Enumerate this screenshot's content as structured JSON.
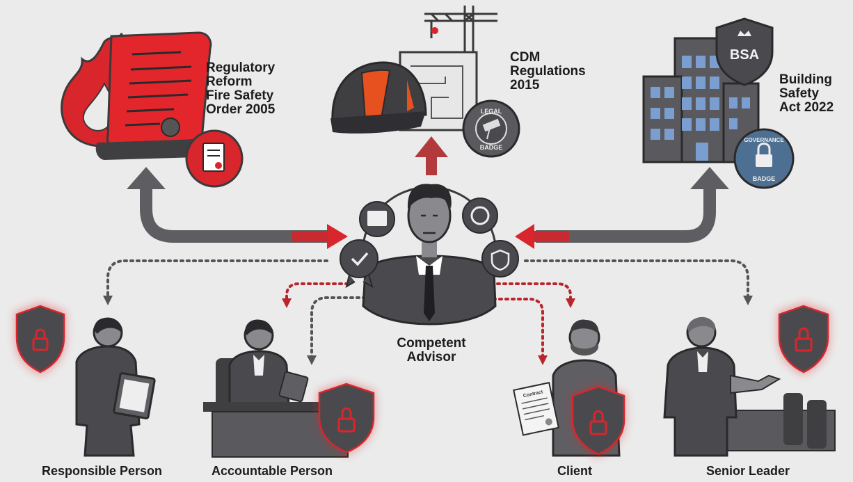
{
  "regulations": {
    "fire_safety": {
      "lines": [
        "Regulatory",
        "Reform",
        "Fire Safety",
        "Order 2005"
      ]
    },
    "cdm": {
      "lines": [
        "CDM",
        "Regulations",
        "2015"
      ],
      "badge_text": [
        "LEGAL",
        "BADGE"
      ]
    },
    "bsa": {
      "lines": [
        "Building",
        "Safety",
        "Act 2022"
      ],
      "shield_text": "BSA",
      "badge_text": [
        "GOVERNANCE",
        "BADGE"
      ]
    }
  },
  "center": {
    "label_lines": [
      "Competent",
      "Advisor"
    ]
  },
  "roles": {
    "responsible": "Responsible Person",
    "accountable": "Accountable Person",
    "client": "Client",
    "senior": "Senior Leader"
  },
  "document_title": "Contract",
  "colors": {
    "accent_red": "#d8262c",
    "dark_gray": "#3f3f42",
    "mid_gray": "#5f5f63",
    "background": "#ebebeb"
  }
}
